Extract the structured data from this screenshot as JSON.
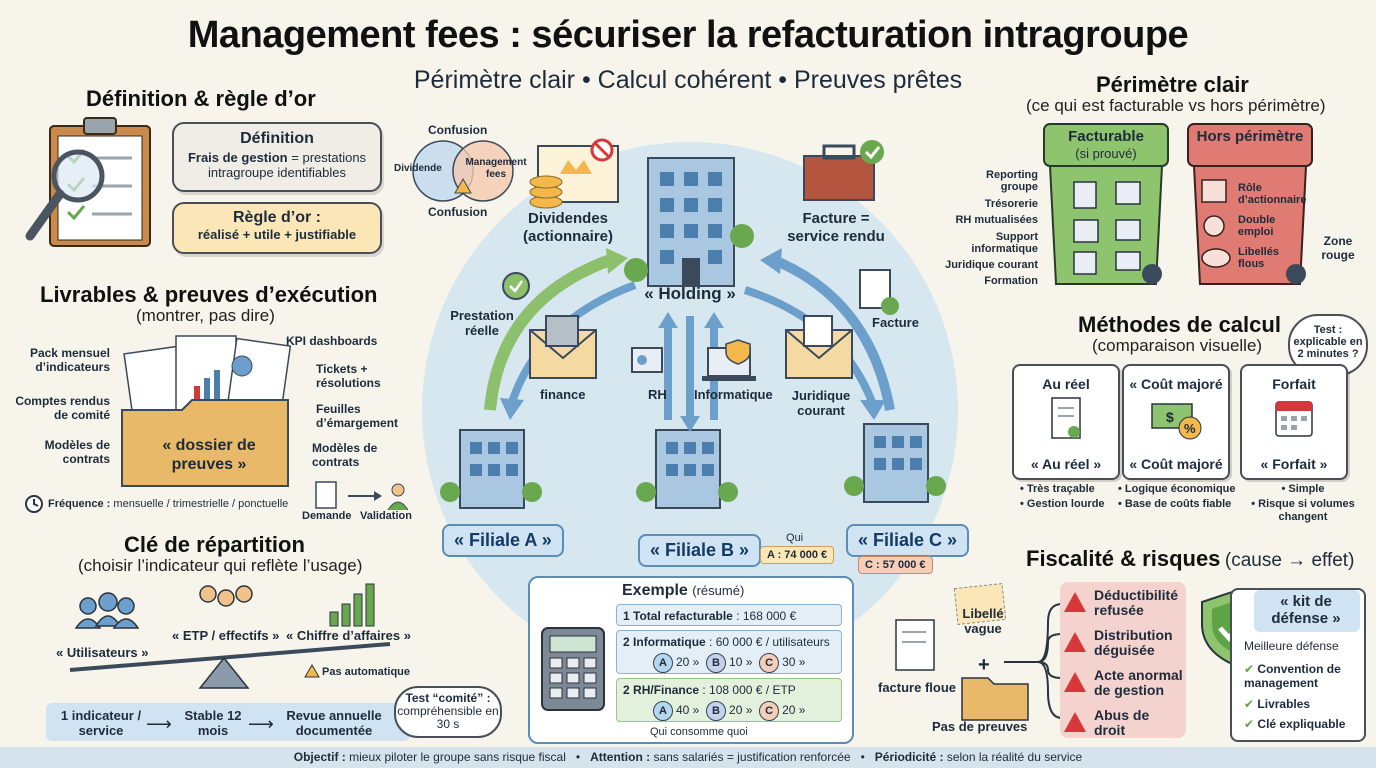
{
  "title": "Management fees : sécuriser la refacturation intragroupe",
  "subtitle": "Périmètre clair • Calcul cohérent • Preuves prêtes",
  "definition": {
    "heading": "Définition & règle d’or",
    "def_title": "Définition",
    "def_bold": "Frais de gestion",
    "def_text": "= prestations",
    "def_text2": "intragroupe identifiables",
    "rule_title": "Règle d’or :",
    "rule_text": "réalisé + utile + justifiable"
  },
  "deliverables": {
    "heading": "Livrables & preuves d’exécution",
    "sub": "(montrer, pas dire)",
    "left_labels": [
      "Pack mensuel d’indicateurs",
      "Comptes rendus de comité",
      "Modèles de contrats"
    ],
    "right_labels": [
      "KPI dashboards",
      "Tickets + résolutions",
      "Feuilles d’émargement",
      "Modèles de contrats"
    ],
    "folder": "« dossier de preuves »",
    "freq_bold": "Fréquence :",
    "freq_text": "mensuelle / trimestrielle / ponctuelle",
    "demande": "Demande",
    "validation": "Validation"
  },
  "allocation": {
    "heading": "Clé de répartition",
    "sub": "(choisir l’indicateur qui reflète l’usage)",
    "users": "« Utilisateurs »",
    "etp": "« ETP / effectifs »",
    "ca": "« Chiffre d’affaires »",
    "warning": "Pas automatique",
    "flow": [
      "1 indicateur / service",
      "Stable 12 mois",
      "Revue annuelle documentée"
    ],
    "test_bold": "Test “comité” :",
    "test_text": "compréhensible en 30 s"
  },
  "center": {
    "confusion_top": "Confusion",
    "confusion_bottom": "Confusion",
    "venn_left": "Dividende",
    "venn_right": "Management fees",
    "dividends": "Dividendes (actionnaire)",
    "invoice": "Facture = service rendu",
    "holding": "« Holding »",
    "prestation": "Prestation réelle",
    "facture": "Facture",
    "services": [
      "finance",
      "RH",
      "Informatique",
      "Juridique courant"
    ],
    "filiale_a": "« Filiale A »",
    "filiale_b": "« Filiale B »",
    "filiale_c": "« Filiale C »",
    "qui": "Qui",
    "tag_a": "A : 74 000 €",
    "tag_c": "C : 57 000 €"
  },
  "example": {
    "title": "Exemple",
    "title_sub": "(résumé)",
    "row1_num": "1",
    "row1_bold": "Total refacturable",
    "row1_val": ": 168 000 €",
    "row2_num": "2",
    "row2_bold": "Informatique",
    "row2_val": ": 60 000 € / utilisateurs",
    "row2_a": "20 »",
    "row2_b": "10 »",
    "row2_c": "30 »",
    "row3_num": "2",
    "row3_bold": "RH/Finance",
    "row3_val": ": 108 000 € / ETP",
    "row3_a": "40 »",
    "row3_b": "20 »",
    "row3_c": "20 »",
    "who": "Qui consomme quoi"
  },
  "perimeter": {
    "heading": "Périmètre clair",
    "sub": "(ce qui est facturable vs hors périmètre)",
    "green_title": "Facturable",
    "green_sub": "(si prouvé)",
    "red_title": "Hors périmètre",
    "green_items": [
      "Reporting groupe",
      "Trésorerie",
      "RH mutualisées",
      "Support informatique",
      "Juridique courant",
      "Formation"
    ],
    "red_items": [
      "Rôle d’actionnaire",
      "Double emploi",
      "Libellés flous"
    ],
    "zone": "Zone rouge"
  },
  "methods": {
    "heading": "Méthodes de calcul",
    "sub": "(comparaison visuelle)",
    "test_bold": "Test :",
    "test_text": "explicable en 2 minutes ?",
    "m1_top": "Au réel",
    "m1_bottom": "« Au réel »",
    "m2_top": "« Coût majoré",
    "m2_bottom": "« Coût majoré",
    "m3_top": "Forfait",
    "m3_bottom": "« Forfait »",
    "m1_pros": [
      "• Très traçable",
      "• Gestion lourde"
    ],
    "m2_pros": [
      "• Logique économique",
      "• Base de coûts fiable"
    ],
    "m3_pros": [
      "• Simple",
      "• Risque si volumes changent"
    ]
  },
  "risks": {
    "heading": "Fiscalité & risques",
    "heading_sub": "(cause → effet)",
    "cause1": "Libellé vague",
    "cause2": "facture floue",
    "cause3": "Pas de preuves",
    "effects": [
      "Déductibilité refusée",
      "Distribution déguisée",
      "Acte anormal de gestion",
      "Abus de droit"
    ],
    "kit_title": "« kit de défense »",
    "kit_sub": "Meilleure défense",
    "kit_items": [
      "Convention de management",
      "Livrables",
      "Clé expliquable"
    ]
  },
  "footer": {
    "obj_bold": "Objectif :",
    "obj_text": "mieux piloter le groupe sans risque fiscal",
    "att_bold": "Attention :",
    "att_text": "sans salariés = justification renforcée",
    "per_bold": "Périodicité :",
    "per_text": "selon la réalité du service"
  },
  "colors": {
    "green_bin": "#8fc46f",
    "red_bin": "#e07b73",
    "accent_blue": "#5b8db5",
    "warning_red": "#d8373a",
    "circle_bg": "#d6e7ef"
  }
}
